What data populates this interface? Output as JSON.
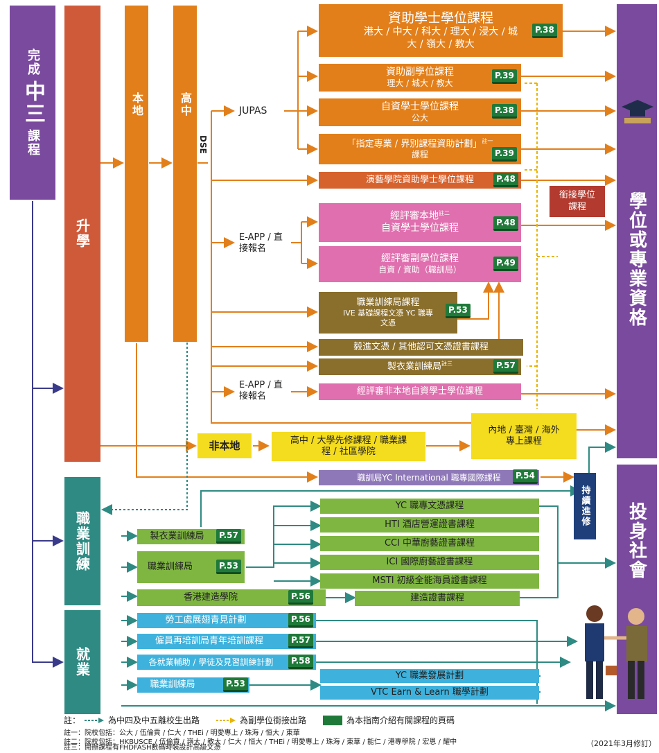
{
  "left_column": {
    "top": "完成",
    "main": "中三",
    "bottom": "課程"
  },
  "branches": {
    "study": "升學",
    "vocational": "職業訓練",
    "employment": "就業"
  },
  "local": {
    "label": "本地",
    "senior": "高中",
    "dse": "DSE"
  },
  "routes": {
    "jupas": "JUPAS",
    "eapp1": "E-APP / 直接報名",
    "eapp2": "E-APP / 直接報名",
    "non_local": "非本地"
  },
  "right": {
    "qualification": "學位或專業資格",
    "society": "投身社會",
    "continue": "持續進修",
    "articulation": "銜接學位課程"
  },
  "programmes": [
    {
      "title": "資助學士學位課程",
      "sub": "港大 / 中大 / 科大 / 理大 / 浸大 / 城大 / 嶺大 / 教大",
      "page": "P.38"
    },
    {
      "title": "資助副學位課程",
      "sub": "理大 / 城大 / 教大",
      "page": "P.39"
    },
    {
      "title": "自資學士學位課程",
      "sub": "公大",
      "page": "P.38"
    },
    {
      "title": "「指定專業 / 界別課程資助計劃」",
      "sup": "註一",
      "sub": "課程",
      "page": "P.39"
    },
    {
      "title": "演藝學院資助學士學位課程",
      "page": "P.48"
    },
    {
      "title": "經評審本地",
      "sup": "註二",
      "sub": "自資學士學位課程",
      "page": "P.48"
    },
    {
      "title": "經評審副學位課程",
      "sub": "自資 / 資助（職訓局）",
      "page": "P.49"
    },
    {
      "title": "職業訓練局課程",
      "sub": "IVE 基礎課程文憑 YC 職專文憑",
      "page": "P.53"
    },
    {
      "title": "毅進文憑 / 其他認可文憑證書課程"
    },
    {
      "title": "製衣業訓練局",
      "sup": "註三",
      "page": "P.57"
    },
    {
      "title": "經評審非本地自資學士學位課程"
    }
  ],
  "non_local": {
    "a": "高中 / 大學先修課程 / 職業課程 / 社區學院",
    "b": "內地 / 臺灣 / 海外 專上課程"
  },
  "yc_intl": {
    "title": "職訓局YC International 職專國際課程",
    "page": "P.54"
  },
  "vocational": [
    {
      "title": "製衣業訓練局",
      "page": "P.57"
    },
    {
      "title": "職業訓練局",
      "page": "P.53"
    },
    {
      "title": "香港建造學院",
      "page": "P.56"
    }
  ],
  "vtc_courses": [
    "YC 職專文憑課程",
    "HTI 酒店營運證書課程",
    "CCI 中華廚藝證書課程",
    "ICI 國際廚藝證書課程",
    "MSTI 初級全能海員證書課程",
    "建造證書課程"
  ],
  "employment": [
    {
      "title": "勞工處展翅青見計劃",
      "page": "P.56"
    },
    {
      "title": "僱員再培訓局青年培訓課程",
      "page": "P.57"
    },
    {
      "title": "各就業輔助 / 學徒及見習訓練計劃",
      "page": "P.58"
    },
    {
      "title": "職業訓練局",
      "page": "P.53"
    }
  ],
  "emp_courses": [
    "YC 職業發展計劃",
    "VTC Earn & Learn 職學計劃"
  ],
  "legend": {
    "prefix": "註：",
    "a": "為中四及中五離校生出路",
    "b": "為副學位銜接出路",
    "c": "為本指南介紹有關課程的頁碼"
  },
  "notes": [
    "註一：院校包括：公大 / 伍倫貢 / 仁大 / THEi / 明愛專上 / 珠海 / 恒大 / 東華",
    "註二：院校包括：HKBUSCE / 伍倫貢 / 嶺大 / 教大 / 仁大 / 恒大 / THEi / 明愛專上 / 珠海 / 東華 / 能仁 / 港專學院 / 宏恩 / 耀中",
    "註三：開辦課程有FHDFASH數碼時裝設計高級文憑"
  ],
  "revised": "（2021年3月修訂）",
  "colors": {
    "orange": "#e27f1a",
    "pink": "#df6fae",
    "purple": "#7a4a9e",
    "green": "#7fb642",
    "blue": "#3eb2dd",
    "teal": "#2e8a82"
  }
}
